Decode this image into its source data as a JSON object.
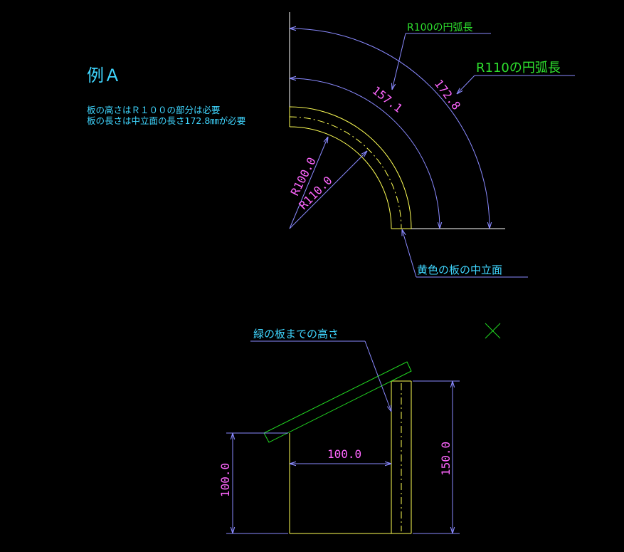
{
  "title": "例Ａ",
  "notes": [
    "板の高さはＲ１００の部分は必要",
    "板の長さは中立面の長さ172.8㎜が必要"
  ],
  "labels": {
    "r100_arc": "R100の円弧長",
    "r110_arc": "R110の円弧長",
    "neutral_plane": "黄色の板の中立面",
    "height_to_green": "緑の板までの高さ"
  },
  "dimensions": {
    "arc_157": "157.1",
    "arc_172": "172.8",
    "radius_100": "R100.0",
    "radius_110": "R110.0",
    "width_100": "100.0",
    "height_100": "100.0",
    "height_150": "150.0"
  },
  "colors": {
    "background": "#000000",
    "dimension": "#8a8aff",
    "dimension_text": "#ff66ff",
    "yellow_plate": "#ffff55",
    "green_plate": "#22dd22",
    "note_text": "#3fd6ff",
    "leader_label": "#2ee02e"
  }
}
